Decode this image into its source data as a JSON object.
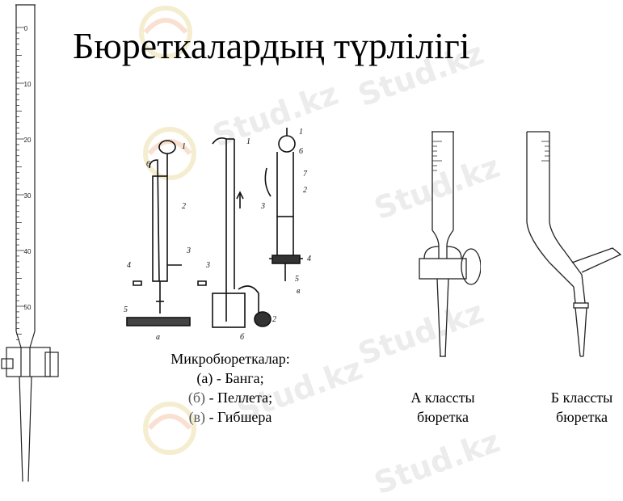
{
  "slide": {
    "title": "Бюреткалардың түрлілігі"
  },
  "burette_scale": {
    "labels": [
      "0",
      "10",
      "20",
      "30",
      "40",
      "50"
    ]
  },
  "micro_diagram": {
    "caption_line1": "Микробюреткалар:",
    "caption_a_label": "(а)",
    "caption_a_text": " - Банга;",
    "caption_b_label": "(б)",
    "caption_b_text": " - Пеллета;",
    "caption_c_label": "(в)",
    "caption_c_text": " - Гибшера",
    "part_numbers": [
      "1",
      "2",
      "3",
      "4",
      "5",
      "6",
      "7"
    ],
    "panel_letters": [
      "а",
      "б",
      "в"
    ]
  },
  "class_a": {
    "line1": "А класcты",
    "line2": "бюретка"
  },
  "class_b": {
    "line1": "Б классты",
    "line2": "бюретка"
  },
  "watermark": {
    "text": "Stud.kz"
  }
}
